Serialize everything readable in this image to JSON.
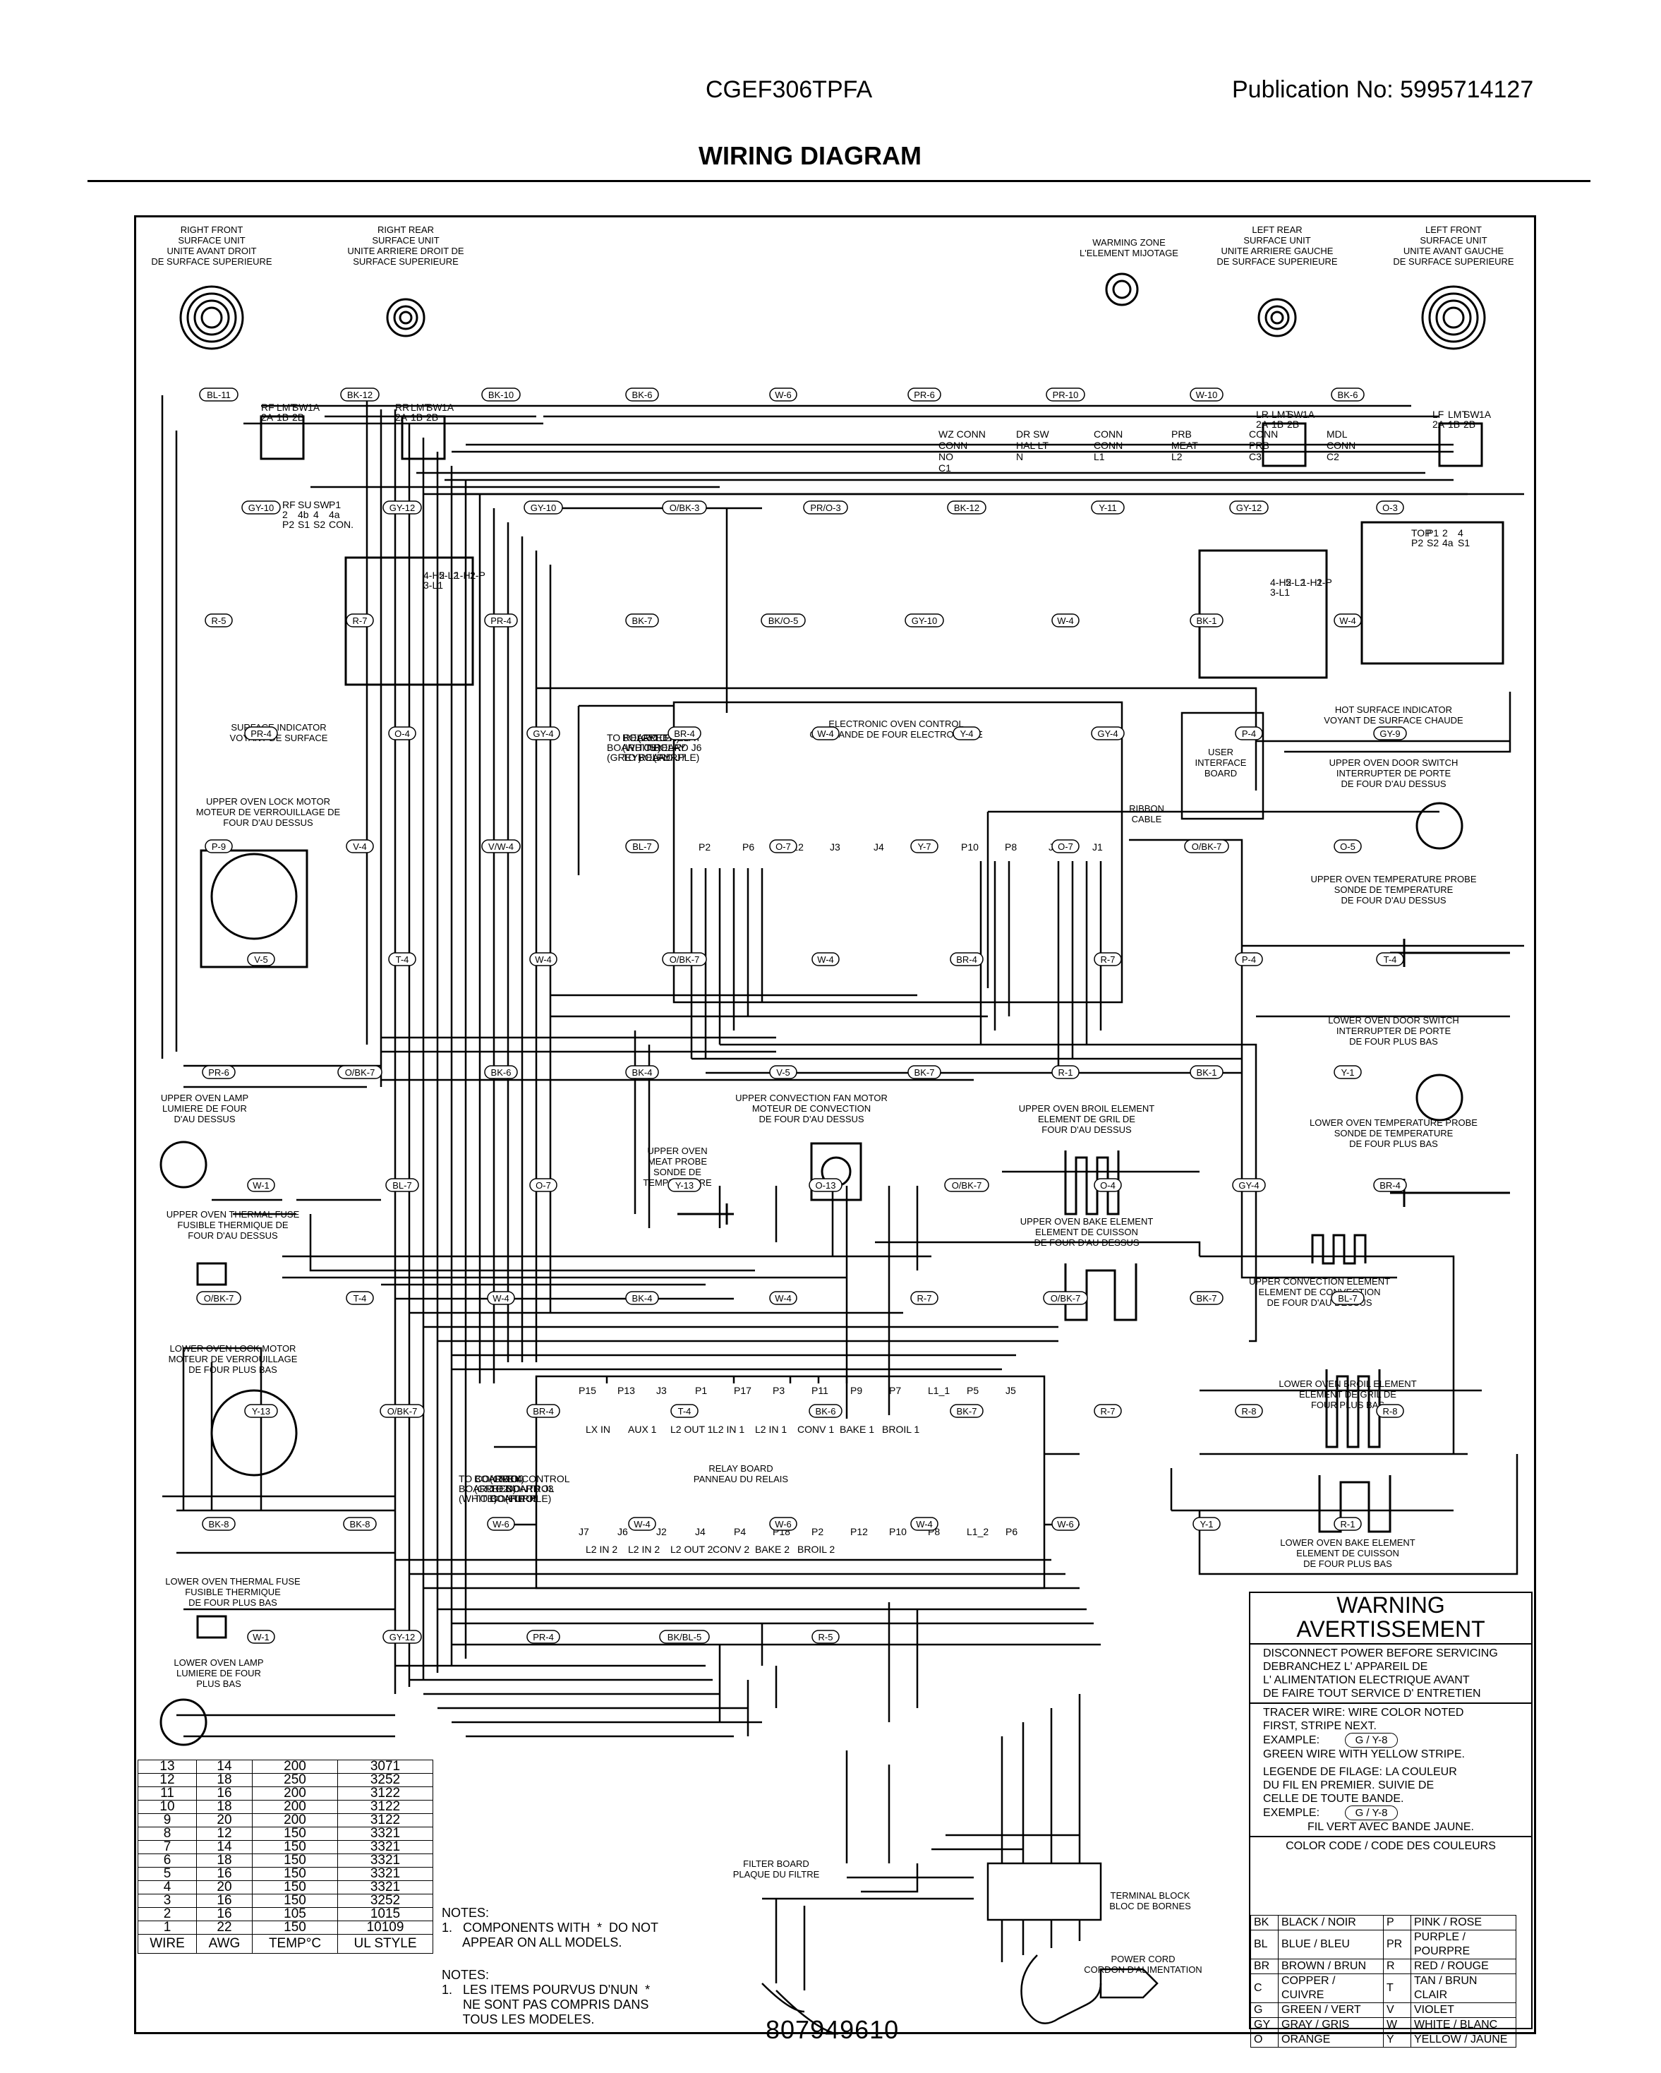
{
  "header": {
    "model": "CGEF306TPFA",
    "publication": "Publication No:  5995714127",
    "title": "WIRING DIAGRAM"
  },
  "components": {
    "rf_surface": [
      "RIGHT FRONT",
      "SURFACE UNIT",
      "UNITE AVANT DROIT",
      "DE SURFACE SUPERIEURE"
    ],
    "rr_surface": [
      "RIGHT REAR",
      "SURFACE UNIT",
      "UNITE ARRIERE DROIT DE",
      "SURFACE SUPERIEURE"
    ],
    "warming_zone": [
      "WARMING ZONE",
      "L'ELEMENT MIJOTAGE"
    ],
    "lr_surface": [
      "LEFT REAR",
      "SURFACE UNIT",
      "UNITE ARRIERE GAUCHE",
      "DE SURFACE SUPERIEURE"
    ],
    "lf_surface": [
      "LEFT FRONT",
      "SURFACE UNIT",
      "UNITE AVANT GAUCHE",
      "DE SURFACE SUPERIEURE"
    ],
    "eoc": [
      "ELECTRONIC OVEN CONTROL",
      "COMMANDE DE FOUR ELECTRONIQUE"
    ],
    "hot_surface": [
      "HOT SURFACE INDICATOR",
      "VOYANT DE SURFACE CHAUDE"
    ],
    "surface_indicator": [
      "SURFACE INDICATOR",
      "VOYANT DE SURFACE"
    ],
    "uo_lock_motor": [
      "UPPER OVEN LOCK MOTOR",
      "MOTEUR DE VERROUILLAGE DE",
      "FOUR D'AU DESSUS"
    ],
    "uo_door_switch": [
      "UPPER OVEN DOOR SWITCH",
      "INTERRUPTER DE PORTE",
      "DE FOUR D'AU DESSUS"
    ],
    "uo_temp_probe": [
      "UPPER OVEN TEMPERATURE PROBE",
      "SONDE DE TEMPERATURE",
      "DE FOUR D'AU DESSUS"
    ],
    "lo_door_switch": [
      "LOWER OVEN DOOR SWITCH",
      "INTERRUPTER DE PORTE",
      "DE FOUR PLUS BAS"
    ],
    "lo_temp_probe": [
      "LOWER OVEN TEMPERATURE PROBE",
      "SONDE DE TEMPERATURE",
      "DE FOUR PLUS BAS"
    ],
    "uo_lamp": [
      "UPPER OVEN LAMP",
      "LUMIERE DE FOUR",
      "D'AU DESSUS"
    ],
    "uo_thermal_fuse": [
      "UPPER OVEN THERMAL FUSE",
      "FUSIBLE THERMIQUE DE",
      "FOUR D'AU DESSUS"
    ],
    "uo_conv_fan": [
      "UPPER CONVECTION FAN MOTOR",
      "MOTEUR DE CONVECTION",
      "DE FOUR D'AU DESSUS"
    ],
    "uo_meat_probe": [
      "UPPER OVEN",
      "MEAT PROBE",
      "SONDE DE",
      "TEMPERATURE"
    ],
    "uo_broil": [
      "UPPER OVEN BROIL ELEMENT",
      "ELEMENT DE GRIL DE",
      "FOUR D'AU DESSUS"
    ],
    "uo_bake": [
      "UPPER OVEN BAKE ELEMENT",
      "ELEMENT DE CUISSON",
      "DE FOUR D'AU DESSUS"
    ],
    "uo_conv_element": [
      "UPPER CONVECTION ELEMENT",
      "ELEMENT DE CONVECTION",
      "DE FOUR D'AU DESSUS"
    ],
    "lo_lock_motor": [
      "LOWER OVEN LOCK MOTOR",
      "MOTEUR DE VERROUILLAGE",
      "DE FOUR PLUS BAS"
    ],
    "lo_thermal_fuse": [
      "LOWER OVEN THERMAL FUSE",
      "FUSIBLE THERMIQUE",
      "DE FOUR PLUS BAS"
    ],
    "lo_lamp": [
      "LOWER OVEN LAMP",
      "LUMIERE DE FOUR",
      "PLUS BAS"
    ],
    "lo_broil": [
      "LOWER OVEN BROIL ELEMENT",
      "ELEMENT DE GRIL DE",
      "FOUR PLUS BAS"
    ],
    "lo_bake": [
      "LOWER OVEN BAKE ELEMENT",
      "ELEMENT DE CUISSON",
      "DE FOUR PLUS BAS"
    ],
    "relay_board": [
      "RELAY BOARD",
      "PANNEAU DU RELAIS"
    ],
    "filter_board": [
      "FILTER BOARD",
      "PLAQUE DU FILTRE"
    ],
    "terminal_block": [
      "TERMINAL BLOCK",
      "BLOC DE BORNES"
    ],
    "power_cord": [
      "POWER CORD",
      "CORDON D'ALIMENTATION"
    ],
    "user_interface": [
      "USER",
      "INTERFACE",
      "BOARD"
    ],
    "ribbon": [
      "RIBBON",
      "CABLE"
    ]
  },
  "wire_table": {
    "headers": [
      "WIRE",
      "AWG",
      "TEMP°C",
      "UL STYLE"
    ],
    "rows": [
      [
        "13",
        "14",
        "200",
        "3071"
      ],
      [
        "12",
        "18",
        "250",
        "3252"
      ],
      [
        "11",
        "16",
        "200",
        "3122"
      ],
      [
        "10",
        "18",
        "200",
        "3122"
      ],
      [
        "9",
        "20",
        "200",
        "3122"
      ],
      [
        "8",
        "12",
        "150",
        "3321"
      ],
      [
        "7",
        "14",
        "150",
        "3321"
      ],
      [
        "6",
        "18",
        "150",
        "3321"
      ],
      [
        "5",
        "16",
        "150",
        "3321"
      ],
      [
        "4",
        "20",
        "150",
        "3321"
      ],
      [
        "3",
        "16",
        "150",
        "3252"
      ],
      [
        "2",
        "16",
        "105",
        "1015"
      ],
      [
        "1",
        "22",
        "150",
        "10109"
      ]
    ]
  },
  "notes": {
    "en_title": "NOTES:",
    "en_lines": [
      "1.   COMPONENTS WITH  *  DO NOT",
      "      APPEAR ON ALL MODELS."
    ],
    "fr_title": "NOTES:",
    "fr_lines": [
      "1.   LES ITEMS POURVUS D'NUN  *",
      "      NE SONT PAS COMPRIS DANS",
      "      TOUS LES MODELES."
    ]
  },
  "part_number": "807949610",
  "warning": {
    "title1": "WARNING",
    "title2": "AVERTISSEMENT",
    "lines": [
      "DISCONNECT POWER BEFORE SERVICING",
      "DEBRANCHEZ L' APPAREIL DE",
      "L' ALIMENTATION ELECTRIQUE AVANT",
      "DE FAIRE TOUT SERVICE D' ENTRETIEN"
    ],
    "tracer": [
      "TRACER WIRE:  WIRE COLOR NOTED",
      "FIRST, STRIPE NEXT."
    ],
    "example_label": "EXAMPLE:",
    "example_value": "G / Y-8",
    "example_text": "GREEN WIRE WITH YELLOW STRIPE.",
    "legende": [
      "LEGENDE DE FILAGE:  LA COULEUR",
      "DU FIL EN PREMIER.  SUIVIE DE",
      "CELLE DE TOUTE BANDE."
    ],
    "exemple_label": "EXEMPLE:",
    "exemple_value": "G / Y-8",
    "exemple_text": "FIL VERT AVEC BANDE JAUNE.",
    "color_code_title": "COLOR CODE / CODE DES COULEURS"
  },
  "color_code": [
    [
      "BK",
      "BLACK / NOIR",
      "P",
      "PINK / ROSE"
    ],
    [
      "BL",
      "BLUE / BLEU",
      "PR",
      "PURPLE / POURPRE"
    ],
    [
      "BR",
      "BROWN / BRUN",
      "R",
      "RED / ROUGE"
    ],
    [
      "C",
      "COPPER / CUIVRE",
      "T",
      "TAN / BRUN CLAIR"
    ],
    [
      "G",
      "GREEN / VERT",
      "V",
      "VIOLET"
    ],
    [
      "GY",
      "GRAY / GRIS",
      "W",
      "WHITE / BLANC"
    ],
    [
      "O",
      "ORANGE",
      "Y",
      "YELLOW / JAUNE"
    ]
  ],
  "wire_tags": [
    "BL-11",
    "BK-12",
    "BK-10",
    "BK-6",
    "W-6",
    "PR-6",
    "PR-10",
    "W-10",
    "BK-6",
    "GY-10",
    "GY-12",
    "GY-10",
    "O/BK-3",
    "PR/O-3",
    "BK-12",
    "Y-11",
    "GY-12",
    "O-3",
    "R-5",
    "R-7",
    "PR-4",
    "BK-7",
    "BK/O-5",
    "GY-10",
    "W-4",
    "BK-1",
    "W-4",
    "PR-4",
    "O-4",
    "GY-4",
    "BR-4",
    "W-4",
    "Y-4",
    "GY-4",
    "P-4",
    "GY-9",
    "P-9",
    "V-4",
    "V/W-4",
    "BL-7",
    "O-7",
    "Y-7",
    "O-7",
    "O/BK-7",
    "O-5",
    "V-5",
    "T-4",
    "W-4",
    "O/BK-7",
    "W-4",
    "BR-4",
    "R-7",
    "P-4",
    "T-4",
    "PR-6",
    "O/BK-7",
    "BK-6",
    "BK-4",
    "V-5",
    "BK-7",
    "R-1",
    "BK-1",
    "Y-1",
    "W-1",
    "BL-7",
    "O-7",
    "Y-13",
    "O-13",
    "O/BK-7",
    "O-4",
    "GY-4",
    "BR-4",
    "O/BK-7",
    "T-4",
    "W-4",
    "BK-4",
    "W-4",
    "R-7",
    "O/BK-7",
    "BK-7",
    "BL-7",
    "Y-13",
    "O/BK-7",
    "BR-4",
    "T-4",
    "BK-6",
    "BK-7",
    "R-7",
    "R-8",
    "R-8",
    "BK-8",
    "BK-8",
    "W-6",
    "W-4",
    "W-6",
    "W-4",
    "W-6",
    "Y-1",
    "R-1",
    "W-1",
    "GY-12",
    "PR-4",
    "BK/BL-5",
    "R-5"
  ],
  "terminal_labels": {
    "rf_switch": [
      "RF",
      "LMT",
      "SW",
      "1A",
      "2A",
      "1B",
      "2B"
    ],
    "rr_switch": [
      "RR",
      "LMT",
      "SW",
      "1A",
      "2A",
      "1B",
      "2B"
    ],
    "lr_switch": [
      "LR",
      "LMT",
      "SW",
      "1A",
      "2A",
      "1B",
      "2B"
    ],
    "lf_switch": [
      "LF",
      "LMT",
      "SW",
      "1A",
      "2A",
      "1B",
      "2B"
    ],
    "rf_su_sw": [
      "RF",
      "SU",
      "SW",
      "P1",
      "2",
      "4b",
      "4",
      "4a",
      "P2",
      "S1",
      "S2",
      "CON."
    ],
    "uo_relay": [
      "4-H2",
      "5-L2",
      "1-H1",
      "2-P",
      "3-L1"
    ],
    "lo_relay": [
      "4-H2",
      "5-L2",
      "1-H1",
      "2-P",
      "3-L1"
    ],
    "lf_sw": [
      "TOP",
      "P1",
      "2",
      "4",
      "P2",
      "S2",
      "4a",
      "S1"
    ],
    "eoc_ports": [
      "P2",
      "P6",
      "P12",
      "J3",
      "J4",
      "J5",
      "P10",
      "P8",
      "J2",
      "J1"
    ],
    "relay_ports": [
      "P15",
      "P13",
      "J3",
      "P1",
      "P17",
      "P3",
      "P11",
      "P9",
      "P7",
      "L1_1",
      "P5",
      "J5",
      "J7",
      "J6",
      "J2",
      "J4",
      "P4",
      "P18",
      "P2",
      "P12",
      "P10",
      "P8",
      "L1_2",
      "P6"
    ],
    "relay_pins": [
      "LX IN",
      "AUX 1",
      "L2 OUT 1",
      "L2 IN 1",
      "L2 IN 1",
      "CONV 1",
      "BAKE 1",
      "BROIL 1",
      "L2 IN 2",
      "L2 IN 2",
      "L2 OUT 2",
      "CONV 2",
      "BAKE 2",
      "BROIL 2"
    ],
    "to_relay": [
      "TO RELAY",
      "BOARD J2",
      "(GREEN)",
      "TO RELAY",
      "BOARD J5",
      "(WHITE)",
      "TO RELAY",
      "BOARD J6",
      "(GREY)",
      "TO RELAY",
      "BOARD J7",
      "(PURPLE)"
    ],
    "to_control": [
      "TO CONTROL",
      "BOARD J4",
      "(GREY)",
      "TO CONTROL",
      "BOARD P2",
      "(GREEN)",
      "TO CONTROL",
      "BOARD J3",
      "(WHITE)",
      "TO CONTROL",
      "BOARD J5",
      "(PURPLE)"
    ],
    "connectors": [
      "WZ CONN",
      "DR SW",
      "CONN",
      "PRB",
      "CONN",
      "MDL",
      "CONN",
      "HAL LT",
      "CONN",
      "MEAT",
      "PRB",
      "CONN",
      "NO",
      "N",
      "L1",
      "L2",
      "C3",
      "C2",
      "C1"
    ]
  }
}
